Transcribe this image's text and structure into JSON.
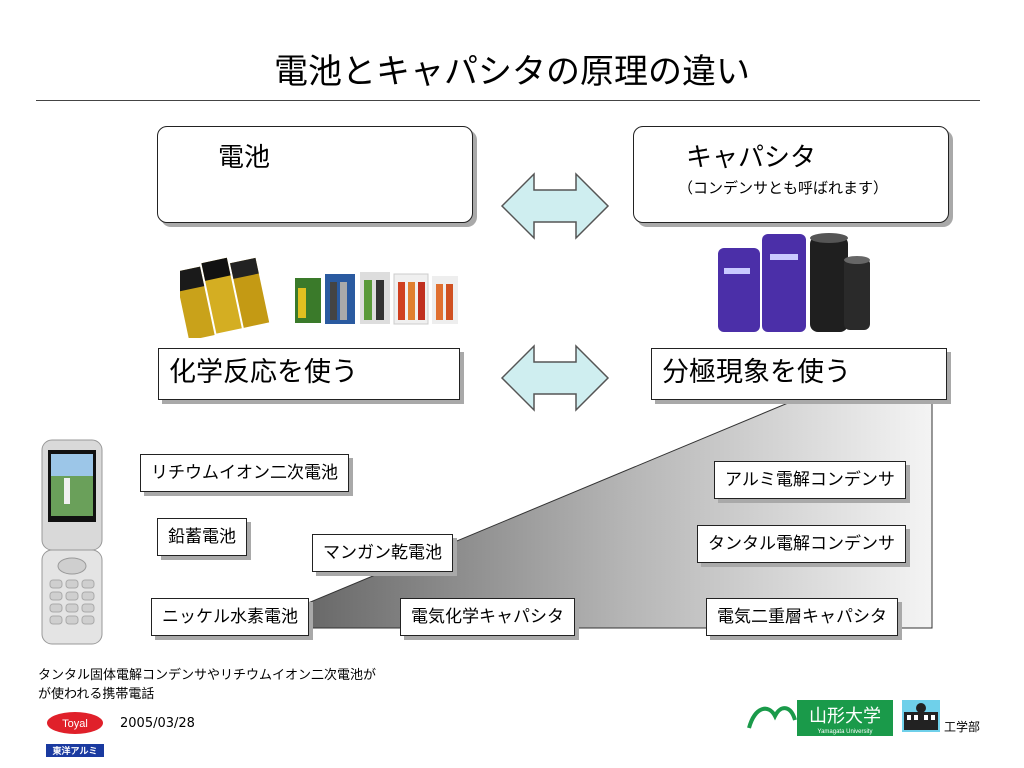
{
  "slide": {
    "title": "電池とキャパシタの原理の違い",
    "battery_header": "電池",
    "capacitor_header": "キャパシタ",
    "capacitor_note": "（コンデンサとも呼ばれます）",
    "battery_principle": "化学反応を使う",
    "capacitor_principle": "分極現象を使う"
  },
  "battery_types": {
    "lithium": "リチウムイオン二次電池",
    "lead": "鉛蓄電池",
    "manganese": "マンガン乾電池",
    "nimh": "ニッケル水素電池"
  },
  "capacitor_types": {
    "aluminum": "アルミ電解コンデンサ",
    "tantalum": "タンタル電解コンデンサ",
    "edlc": "電気二重層キャパシタ"
  },
  "middle_type": "電気化学キャパシタ",
  "phone_caption": {
    "line1": "タンタル固体電解コンデンサやリチウムイオン二次電池が",
    "line2": "が使われる携帯電話"
  },
  "footer": {
    "date": "2005/03/28",
    "toyal_logo": "Toyal",
    "toyal_jp": "東洋アルミ",
    "univ_name": "山形大学",
    "univ_en": "Yamagata University",
    "faculty": "工学部"
  },
  "colors": {
    "arrow_fill": "#cfeef0",
    "arrow_stroke": "#555555",
    "gradient_dark": "#5a5a5a",
    "gradient_light": "#f2f2f2",
    "toyal_red": "#e0202a",
    "univ_green": "#1a9a4a",
    "capacitor_purple": "#4b2fa8"
  }
}
